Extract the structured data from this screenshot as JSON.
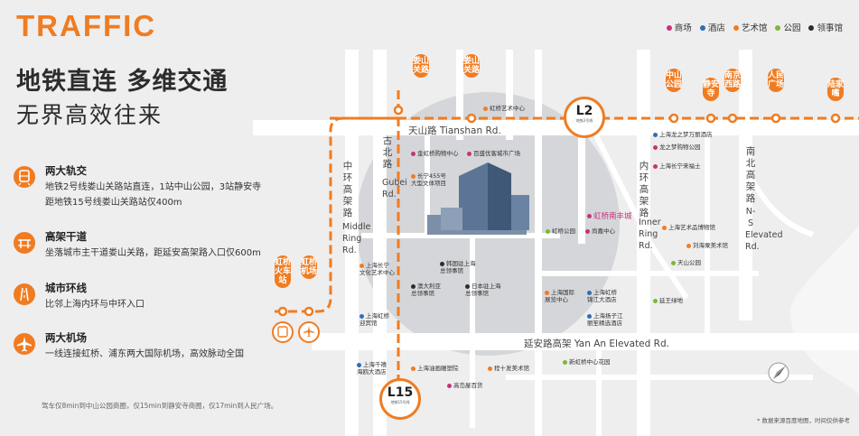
{
  "header": {
    "title": "TRAFFIC",
    "headline": "地铁直连 多维交通",
    "subline": "无界高效往来"
  },
  "legend": {
    "items": [
      {
        "label": "商场",
        "color": "#c8327a"
      },
      {
        "label": "酒店",
        "color": "#2d6fb7"
      },
      {
        "label": "艺术馆",
        "color": "#f07c22"
      },
      {
        "label": "公园",
        "color": "#7cb832"
      },
      {
        "label": "领事馆",
        "color": "#2c2c2c"
      }
    ]
  },
  "features": [
    {
      "icon": "subway-icon",
      "title": "两大轨交",
      "lines": [
        "地铁2号线娄山关路站直连，1站中山公园，3站静安寺",
        "距地铁15号线娄山关路站仅400m"
      ]
    },
    {
      "icon": "elevated-road-icon",
      "title": "高架干道",
      "lines": [
        "坐落城市主干道娄山关路，距延安高架路入口仅600m"
      ]
    },
    {
      "icon": "ring-road-icon",
      "title": "城市环线",
      "lines": [
        "比邻上海内环与中环入口"
      ]
    },
    {
      "icon": "airplane-icon",
      "title": "两大机场",
      "lines": [
        "一线连接虹桥、浦东两大国际机场，高效脉动全国"
      ]
    }
  ],
  "footnote": "驾车仅8min到中山公园商圈，仅15min到静安寺商圈，仅17min到人民广场。",
  "map_note": "* 数据来源百度地图，时间仅供参考",
  "metro": {
    "l2": {
      "name": "L2",
      "sub": "地铁2号线"
    },
    "l15": {
      "name": "L15",
      "sub": "地铁15号线"
    },
    "stations": [
      "娄山关路",
      "娄山关路",
      "中山公园",
      "静安寺",
      "南京西路",
      "人民广场",
      "陆家嘴",
      "虹桥火车站",
      "虹桥机场"
    ]
  },
  "roads": {
    "tianshan": "天山路 Tianshan Rd.",
    "yanan": "延安路高架 Yan An Elevated Rd.",
    "gubei_cn": "古北路",
    "gubei_en": "Gubei Rd.",
    "middle_cn": "中环高架路",
    "middle_en": "Middle Ring Rd.",
    "inner_cn": "内环高架路",
    "inner_en": "Inner Ring Rd.",
    "ns_cn": "南北高架路",
    "ns_en": "N-S Elevated Rd."
  },
  "pois": [
    {
      "label": "虹桥艺术中心",
      "type": "art"
    },
    {
      "label": "金虹桥购物中心",
      "type": "mall"
    },
    {
      "label": "百盛优客城市广场",
      "type": "mall"
    },
    {
      "label": "长宁455号\n大型文体项目",
      "type": "art"
    },
    {
      "label": "虹桥南丰城",
      "type": "mall"
    },
    {
      "label": "虹桥公园",
      "type": "park"
    },
    {
      "label": "尚嘉中心",
      "type": "mall"
    },
    {
      "label": "上海长宁\n文化艺术中心",
      "type": "art"
    },
    {
      "label": "韩国驻上海\n总领事馆",
      "type": "consulate"
    },
    {
      "label": "澳大利亚\n总领事馆",
      "type": "consulate"
    },
    {
      "label": "日本驻上海\n总领事馆",
      "type": "consulate"
    },
    {
      "label": "上海国际\n展览中心",
      "type": "art"
    },
    {
      "label": "上海虹桥\n锦江大酒店",
      "type": "hotel"
    },
    {
      "label": "上海虹桥\n迎宾馆",
      "type": "hotel"
    },
    {
      "label": "上海扬子江\n丽笙精选酒店",
      "type": "hotel"
    },
    {
      "label": "上海龙之梦万丽酒店",
      "type": "hotel"
    },
    {
      "label": "龙之梦购物公园",
      "type": "mall"
    },
    {
      "label": "上海长宁来福士",
      "type": "mall"
    },
    {
      "label": "上海艺术品博物馆",
      "type": "art"
    },
    {
      "label": "刘海粟美术馆",
      "type": "art"
    },
    {
      "label": "天山公园",
      "type": "park"
    },
    {
      "label": "延王绿地",
      "type": "park"
    },
    {
      "label": "上海千禧\n海鸥大酒店",
      "type": "hotel"
    },
    {
      "label": "上海油画雕塑院",
      "type": "art"
    },
    {
      "label": "程十发美术馆",
      "type": "art"
    },
    {
      "label": "新虹桥中心花园",
      "type": "park"
    },
    {
      "label": "高岛屋百货",
      "type": "mall"
    }
  ]
}
